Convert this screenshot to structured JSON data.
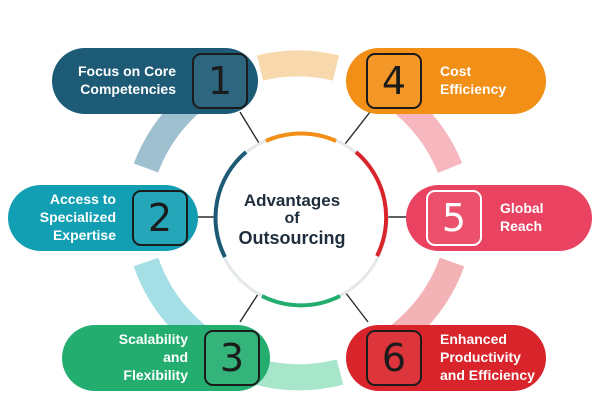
{
  "center": {
    "line1": "Advantages",
    "line2": "of",
    "line3": "Outsourcing"
  },
  "items": [
    {
      "number": "1",
      "label_lines": [
        "Focus on Core",
        "Competencies"
      ],
      "color": "#1d5a76"
    },
    {
      "number": "2",
      "label_lines": [
        "Access to",
        "Specialized",
        "Expertise"
      ],
      "color": "#139fb3"
    },
    {
      "number": "3",
      "label_lines": [
        "Scalability",
        "and",
        "Flexibility"
      ],
      "color": "#23ad6f"
    },
    {
      "number": "4",
      "label_lines": [
        "Cost",
        "Efficiency"
      ],
      "color": "#f28f17"
    },
    {
      "number": "5",
      "label_lines": [
        "Global",
        "Reach"
      ],
      "color": "#ea4361"
    },
    {
      "number": "6",
      "label_lines": [
        "Enhanced",
        "Productivity",
        "and Efficiency"
      ],
      "color": "#d9242c"
    }
  ]
}
